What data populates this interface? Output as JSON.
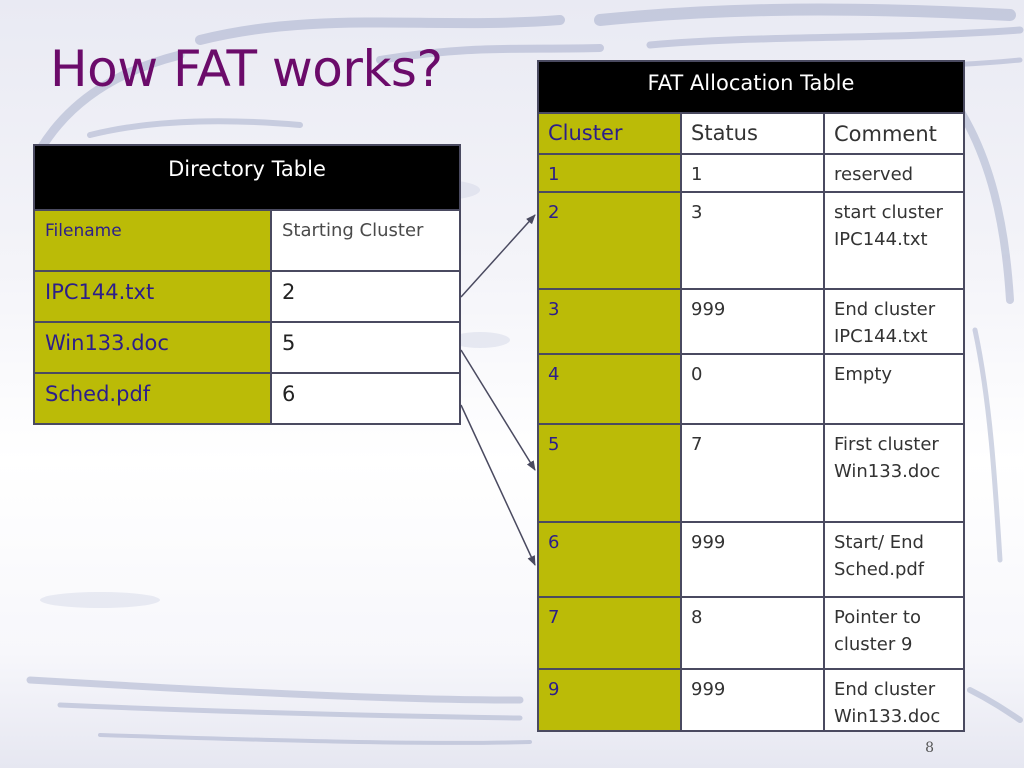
{
  "title": "How FAT works?",
  "directory_table": {
    "header": "Directory Table",
    "columns": [
      "Filename",
      "Starting Cluster"
    ],
    "rows": [
      {
        "filename": "IPC144.txt",
        "start": "2"
      },
      {
        "filename": "Win133.doc",
        "start": "5"
      },
      {
        "filename": "Sched.pdf",
        "start": "6"
      }
    ]
  },
  "fat_table": {
    "header": "FAT Allocation Table",
    "columns": [
      "Cluster",
      "Status",
      "Comment"
    ],
    "rows": [
      {
        "cluster": "1",
        "status": "1",
        "comment": "reserved"
      },
      {
        "cluster": "2",
        "status": "3",
        "comment": "start cluster IPC144.txt"
      },
      {
        "cluster": "3",
        "status": "999",
        "comment": "End cluster IPC144.txt"
      },
      {
        "cluster": "4",
        "status": "0",
        "comment": "Empty"
      },
      {
        "cluster": "5",
        "status": "7",
        "comment": "First cluster Win133.doc"
      },
      {
        "cluster": "6",
        "status": "999",
        "comment": "Start/ End Sched.pdf"
      },
      {
        "cluster": "7",
        "status": "8",
        "comment": "Pointer to cluster 9"
      },
      {
        "cluster": "9",
        "status": "999",
        "comment": "End cluster Win133.doc"
      }
    ]
  },
  "page_number": "8",
  "colors": {
    "title": "#6b0b6a",
    "cell_olive": "#bbbb07",
    "cell_label_text": "#2c1e8a",
    "header_bg": "#000000",
    "border": "#4a4a60"
  }
}
